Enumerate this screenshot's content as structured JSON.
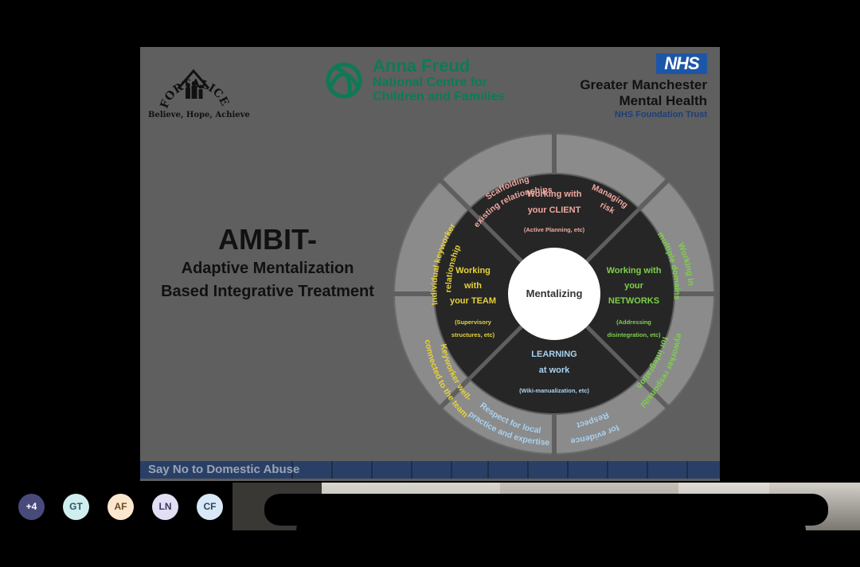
{
  "slide": {
    "fortalice": {
      "logo_text": "FORTALICE",
      "tagline": "Believe, Hope, Achieve"
    },
    "anna_freud": {
      "line1": "Anna Freud",
      "line2": "National Centre for",
      "line3": "Children and Families"
    },
    "nhs": {
      "badge": "NHS",
      "line1": "Greater Manchester",
      "line2": "Mental Health",
      "line3": "NHS Foundation Trust"
    },
    "ambit": {
      "title": "AMBIT-",
      "line1": "Adaptive Mentalization",
      "line2": "Based Integrative Treatment"
    },
    "wheel": {
      "center": "Mentalizing",
      "client": {
        "l1": "Working with",
        "l2": "your CLIENT",
        "l3": "(Active Planning, etc)"
      },
      "team": {
        "l1": "Working",
        "l2": "with",
        "l3": "your TEAM",
        "l4": "(Supervisory",
        "l5": "structures, etc)"
      },
      "networks": {
        "l1": "Working with",
        "l2": "your",
        "l3": "NETWORKS",
        "l4": "(Addressing",
        "l5": "disintegration, etc)"
      },
      "learning": {
        "l1": "LEARNING",
        "l2": "at work",
        "l3": "(Wiki-manualization, etc)"
      },
      "outer": {
        "scaffolding": [
          "Scaffolding",
          "existing relationships"
        ],
        "managing_risk": [
          "Managing",
          "risk"
        ],
        "multiple_domains": [
          "Working in",
          "multiple domains"
        ],
        "keyworker_integration": [
          "Keyworker responsible",
          "for integration"
        ],
        "respect_evidence": [
          "Respect",
          "for evidence"
        ],
        "respect_local": [
          "Respect for local",
          "practice and expertise"
        ],
        "keyworker_connected": [
          "Keyworker well-",
          "connected to the team"
        ],
        "individual_keyworker": [
          "Individual keyworker",
          "relationship"
        ]
      },
      "colors": {
        "client": "#f0a8a0",
        "team": "#e6d23a",
        "networks": "#7ed04a",
        "learning": "#a9d2f0"
      }
    },
    "footer": "Say No to Domestic Abuse"
  },
  "participants": {
    "overflow": "+4",
    "avatars": [
      {
        "initials": "GT",
        "bg": "#cfeef0",
        "fg": "#2e5560"
      },
      {
        "initials": "AF",
        "bg": "#fbe7cf",
        "fg": "#6a4a22"
      },
      {
        "initials": "LN",
        "bg": "#e2def3",
        "fg": "#3d3560"
      },
      {
        "initials": "CF",
        "bg": "#d8e8f6",
        "fg": "#2d4560"
      }
    ]
  }
}
